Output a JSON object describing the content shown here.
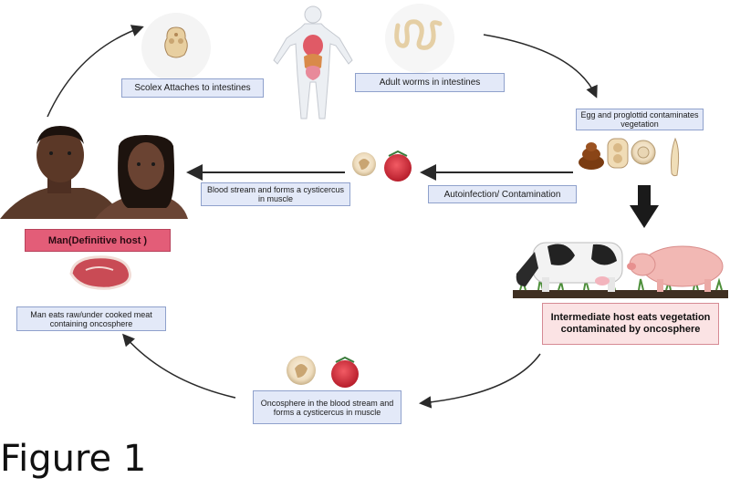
{
  "labels": {
    "scolex": "Scolex Attaches to intestines",
    "adult_worms": "Adult worms in intestines",
    "egg_proglottid": "Egg and  proglottid contaminates vegetation",
    "blood_stream_muscle": "Blood stream and forms a cysticercus in muscle",
    "autoinfection": "Autoinfection/ Contamination",
    "definitive_host": "Man(Definitive host )",
    "man_eats": "Man eats raw/under cooked meat containing oncosphere",
    "intermediate_host": "Intermediate host eats vegetation contaminated by oncosphere",
    "oncosphere_blood": "Oncosphere in the blood stream and forms a cysticercus in muscle"
  },
  "figure_label": "Figure 1",
  "colors": {
    "box_fill": "#e3e9f8",
    "box_border": "#8fa1cc",
    "definitive_fill": "#e35d78",
    "intermediate_fill": "#fbe3e4",
    "intermediate_border": "#d68a94",
    "arrow": "#2a2a2a"
  }
}
